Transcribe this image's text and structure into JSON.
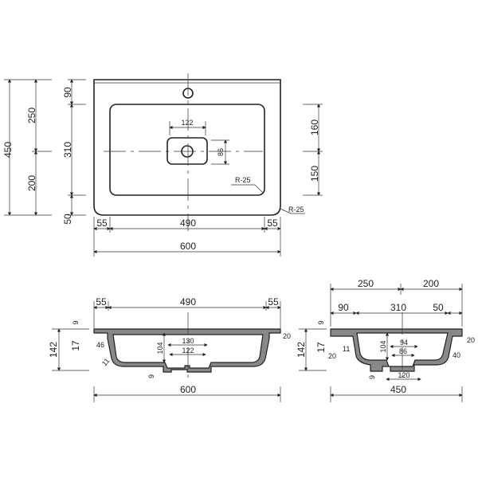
{
  "top_view": {
    "dims_left": [
      "450",
      "250",
      "200"
    ],
    "dims_mid": [
      "90",
      "310",
      "50"
    ],
    "dims_right": [
      "160",
      "150"
    ],
    "dims_bottom": [
      "55",
      "490",
      "55",
      "600"
    ],
    "drain": [
      "122",
      "86"
    ],
    "radii": [
      "R-25",
      "R-25"
    ]
  },
  "front_view": {
    "dims_top": [
      "55",
      "490",
      "55"
    ],
    "dims_bottom": "600",
    "dims_left": [
      "142",
      "9",
      "17",
      "46",
      "11"
    ],
    "dims_inner": [
      "104",
      "130",
      "122",
      "9",
      "20"
    ]
  },
  "side_view": {
    "dims_top1": [
      "250",
      "200"
    ],
    "dims_top2": [
      "90",
      "310",
      "50"
    ],
    "dims_bottom": "450",
    "dims_left": [
      "142",
      "9",
      "17",
      "20",
      "11"
    ],
    "dims_inner": [
      "104",
      "94",
      "86",
      "120",
      "9",
      "20",
      "40"
    ]
  }
}
